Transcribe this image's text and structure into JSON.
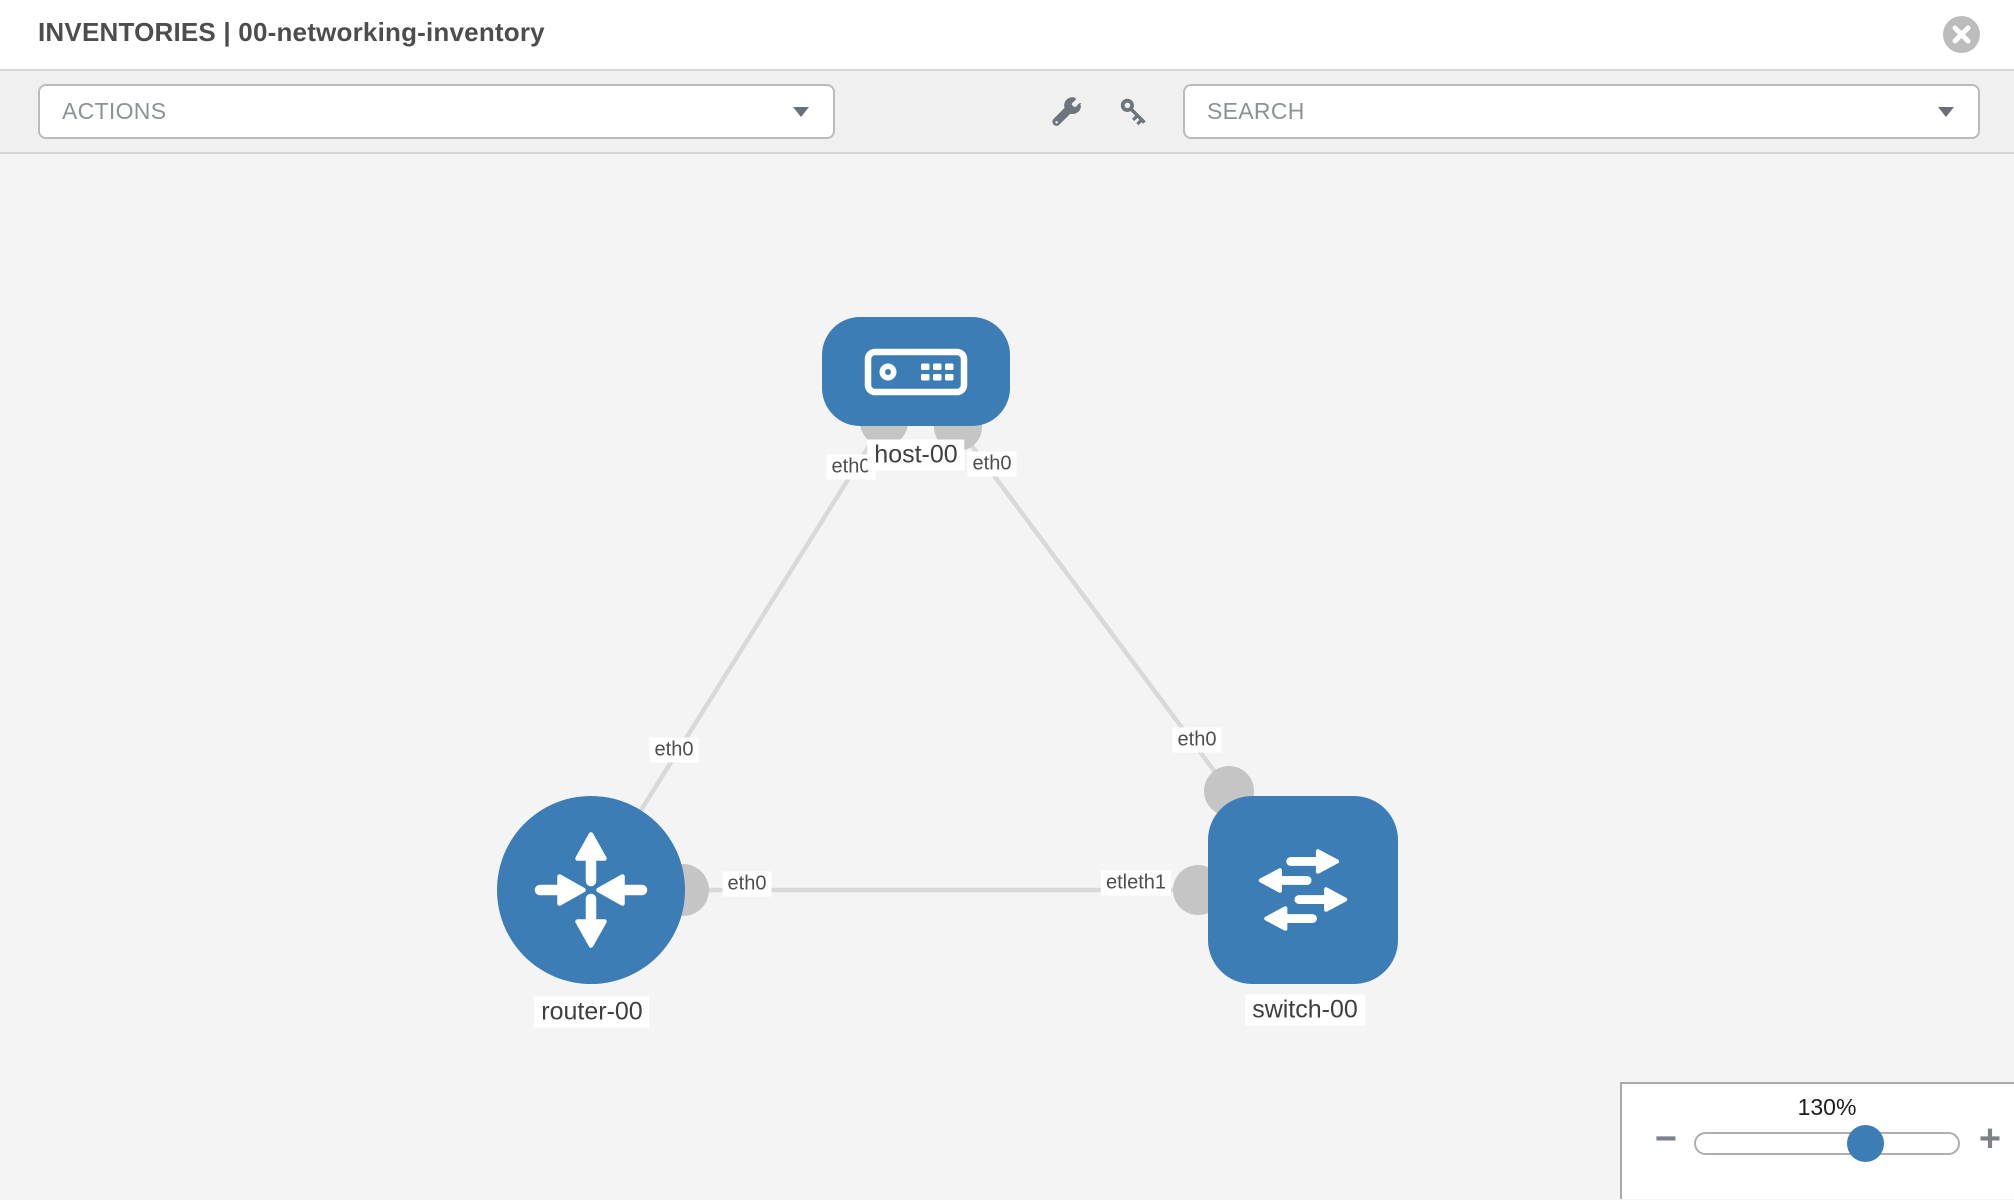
{
  "header": {
    "title": "INVENTORIES | 00-networking-inventory"
  },
  "toolbar": {
    "actions_label": "ACTIONS",
    "search_label": "SEARCH"
  },
  "topology": {
    "nodes": [
      {
        "id": "host-00",
        "label": "host-00",
        "type": "host"
      },
      {
        "id": "router-00",
        "label": "router-00",
        "type": "router"
      },
      {
        "id": "switch-00",
        "label": "switch-00",
        "type": "switch"
      }
    ],
    "links": [
      {
        "from": "host-00",
        "to": "router-00"
      },
      {
        "from": "host-00",
        "to": "switch-00"
      },
      {
        "from": "router-00",
        "to": "switch-00"
      }
    ],
    "interface_labels": [
      {
        "text": "eth0"
      },
      {
        "text": "eth0"
      },
      {
        "text": "eth0"
      },
      {
        "text": "eth0"
      },
      {
        "text": "eth0"
      },
      {
        "text": "etleth1"
      }
    ]
  },
  "zoom_control": {
    "level": "130%",
    "minus_label": "−",
    "plus_label": "+"
  },
  "colors": {
    "node_fill": "#3c7db6",
    "link_line": "#d9d9d9",
    "endpoint_gray": "#c5c5c5",
    "slider_thumb": "#3c7db6"
  }
}
